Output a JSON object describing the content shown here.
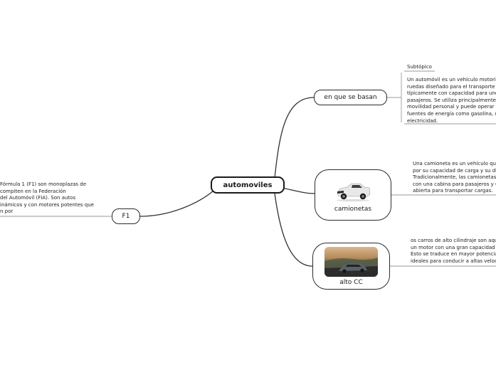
{
  "central": {
    "label": "automoviles"
  },
  "topics": {
    "basan": {
      "label": "en que se basan",
      "subtopic_heading": "Subtópico",
      "note": "Un automóvil es un vehículo motoriza\nruedas diseñado para el transporte\ntípicamente con capacidad para uno\npasajeros. Se utiliza principalmente\nmovilidad personal y puede operar c\nfuentes de energía como gasolina, d\nelectricidad."
    },
    "camionetas": {
      "label": "camionetas",
      "image": "pickup-truck-photo",
      "note": "Una camioneta es un vehículo que\npor su capacidad de carga y su di\nTradicionalmente, las camionetas\ncon una cabina para pasajeros y u\nabierta para transportar cargas."
    },
    "alto_cc": {
      "label": "alto CC",
      "image": "sports-car-photo",
      "note": "os carros de alto cilindraje son aqu\nun motor con una gran capacidad v\nEsto se traduce en mayor potencia,\nideales para conducir a altas veloc"
    },
    "f1": {
      "label": "F1",
      "note": "Fórmula 1 (F1) son monoplazas de\ncompiten en la Federación\ndel Automóvil (FIA). Son autos\ninámicos y con motores potentes que\nn por"
    }
  },
  "colors": {
    "line": "#333333",
    "thin_line": "#9a9a9a",
    "border": "#2b2b2b"
  }
}
